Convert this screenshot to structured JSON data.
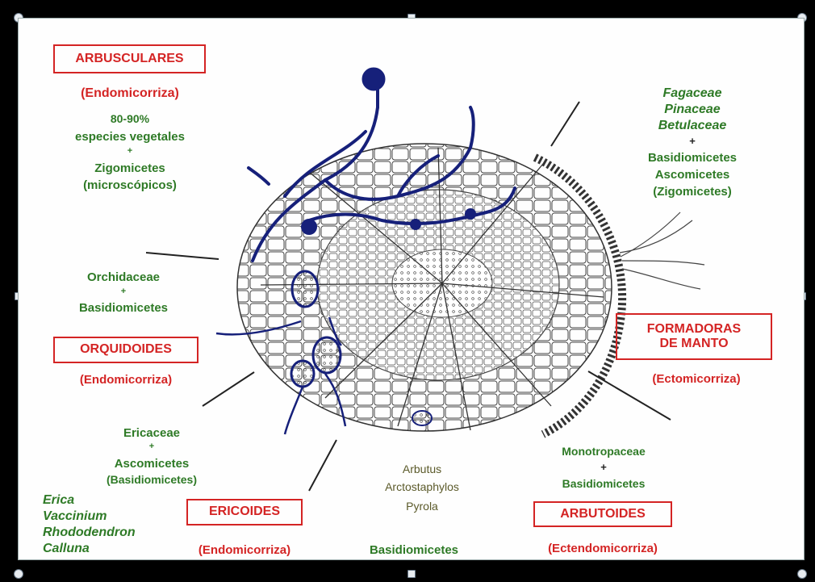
{
  "colors": {
    "title_red": "#d42424",
    "text_green": "#2e7a26",
    "fungus_blue": "#16207a",
    "plant_olive": "#5b5a2a"
  },
  "arbusculares": {
    "title": "ARBUSCULARES",
    "subtitle": "(Endomicorriza)",
    "line1": "80-90%",
    "line2": "especies vegetales",
    "plus": "+",
    "line3": "Zigomicetes",
    "line4": "(microscópicos)"
  },
  "ectomicorriza": {
    "family1": "Fagaceae",
    "family2": "Pinaceae",
    "family3": "Betulaceae",
    "plus": "+",
    "fungus1": "Basidiomicetes",
    "fungus2": "Ascomicetes",
    "fungus3": "(Zigomicetes)",
    "title_line1": "FORMADORAS",
    "title_line2": "DE MANTO",
    "subtitle": "(Ectomicorriza)"
  },
  "orquidoides": {
    "plant": "Orchidaceae",
    "plus": "+",
    "fungus": "Basidiomicetes",
    "title": "ORQUIDOIDES",
    "subtitle": "(Endomicorriza)"
  },
  "ericoides": {
    "plant": "Ericaceae",
    "plus": "+",
    "fungus1": "Ascomicetes",
    "fungus2": "(Basidiomicetes)",
    "genera": [
      "Erica",
      "Vaccinium",
      "Rhododendron",
      "Calluna"
    ],
    "title": "ERICOIDES",
    "subtitle": "(Endomicorriza)"
  },
  "arbutoides": {
    "genera": [
      "Arbutus",
      "Arctostaphylos",
      "Pyrola"
    ],
    "center_fungus": "Basidiomicetes",
    "plant": "Monotropaceae",
    "plus": "+",
    "fungus": "Basidiomicetes",
    "title": "ARBUTOIDES",
    "subtitle": "(Ectendomicorriza)"
  }
}
